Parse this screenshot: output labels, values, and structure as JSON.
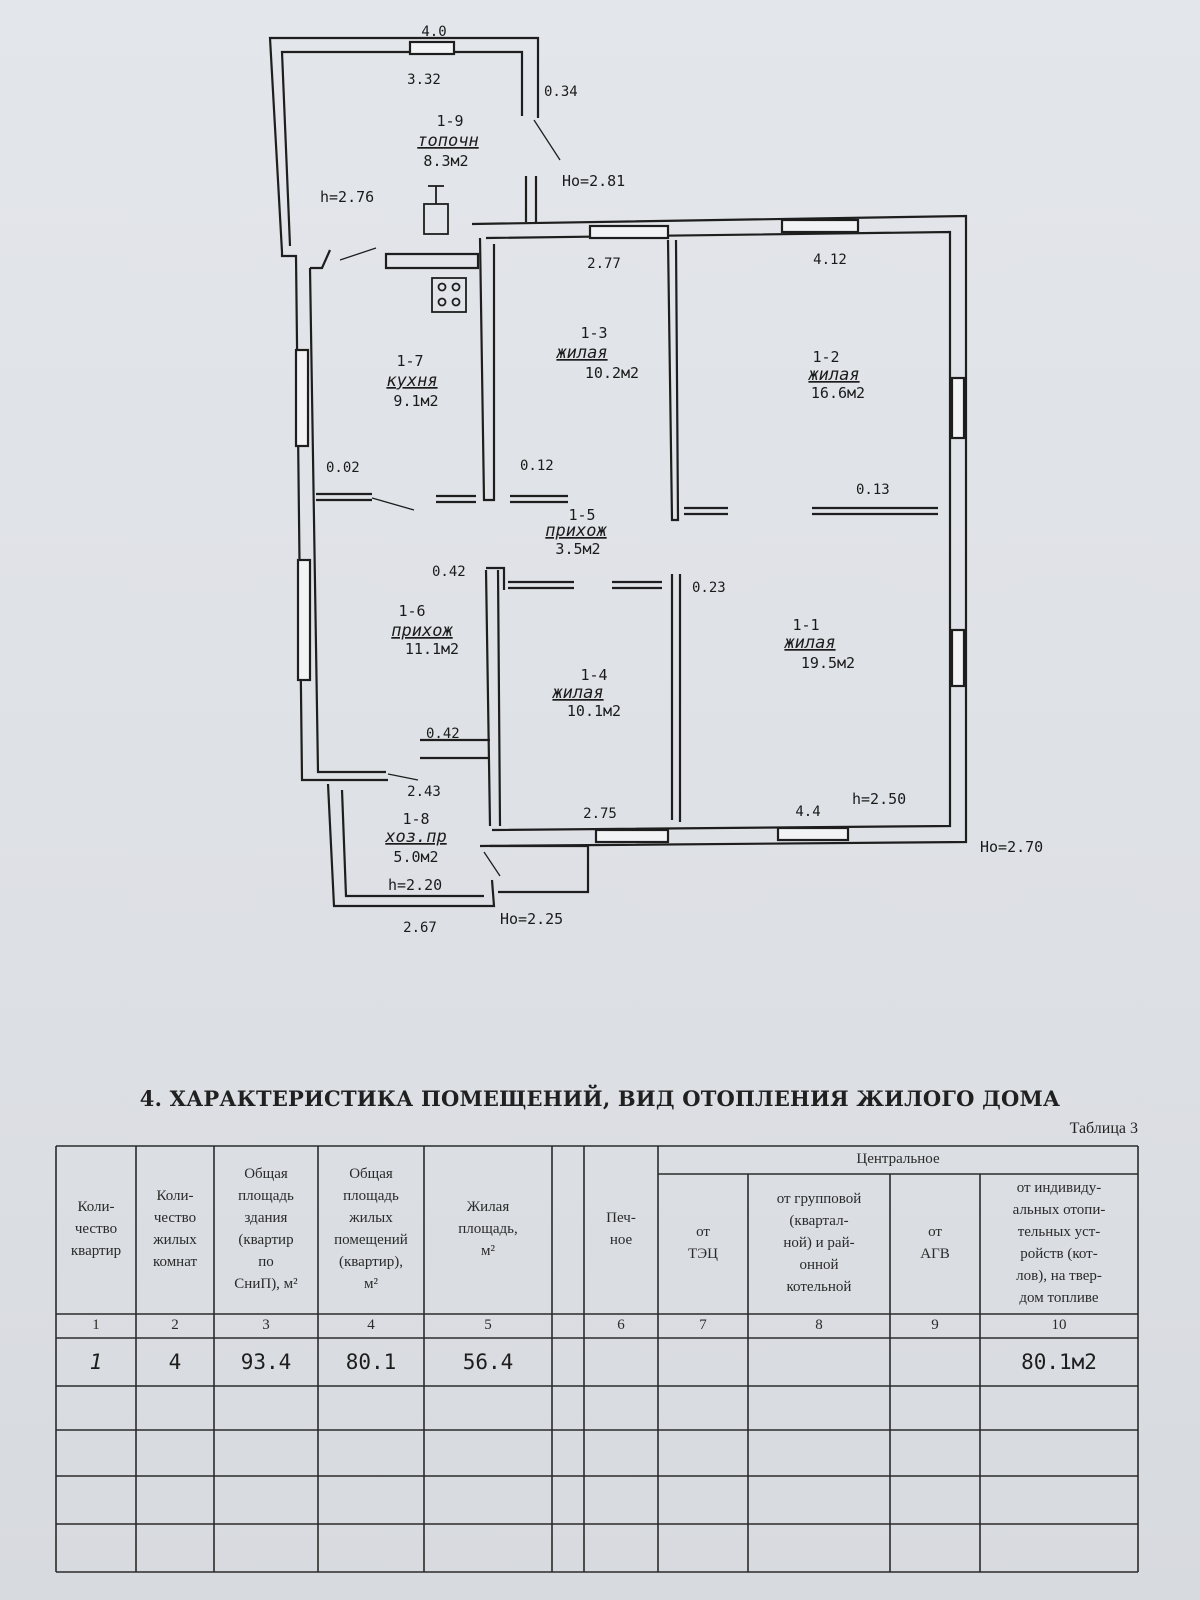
{
  "plan": {
    "rooms": [
      {
        "id": "1-9",
        "name": "топочн",
        "area": "8.3м2"
      },
      {
        "id": "1-7",
        "name": "кухня",
        "area": "9.1м2"
      },
      {
        "id": "1-3",
        "name": "жилая",
        "area": "10.2м2"
      },
      {
        "id": "1-2",
        "name": "жилая",
        "area": "16.6м2"
      },
      {
        "id": "1-5",
        "name": "прихож",
        "area": "3.5м2"
      },
      {
        "id": "1-6",
        "name": "прихож",
        "area": "11.1м2"
      },
      {
        "id": "1-4",
        "name": "жилая",
        "area": "10.1м2"
      },
      {
        "id": "1-1",
        "name": "жилая",
        "area": "19.5м2"
      },
      {
        "id": "1-8",
        "name": "хоз.пр",
        "area": "5.0м2"
      }
    ],
    "dimensions": [
      "4.0",
      "3.32",
      "0.34",
      "2.77",
      "4.12",
      "0.02",
      "0.12",
      "0.13",
      "0.42",
      "0.23",
      "0.42",
      "2.43",
      "2.75",
      "4.4",
      "2.67"
    ],
    "heights": [
      "Нo=2.81",
      "h=2.76",
      "h=2.50",
      "Нo=2.70",
      "h=2.20",
      "Нo=2.25"
    ]
  },
  "section": {
    "title": "4. ХАРАКТЕРИСТИКА ПОМЕЩЕНИЙ, ВИД ОТОПЛЕНИЯ ЖИЛОГО ДОМА",
    "table_label": "Таблица 3"
  },
  "table": {
    "group_header": "Центральное",
    "headers": [
      "Коли-\nчество\nквартир",
      "Коли-\nчество\nжилых\nкомнат",
      "Общая\nплощадь\nздания\n(квартир\nпо\nСниП), м²",
      "Общая\nплощадь\nжилых\nпомещений\n(квартир),\nм²",
      "Жилая\nплощадь,\nм²",
      "Печ-\nное",
      "от\nТЭЦ",
      "от групповой\n(квартал-\nной) и рай-\nонной\nкотельной",
      "от\nАГВ",
      "от индивиду-\nальных отопи-\nтельных уст-\nройств (кот-\nлов), на твер-\nдом топливе"
    ],
    "column_numbers": [
      "1",
      "2",
      "3",
      "4",
      "5",
      "6",
      "7",
      "8",
      "9",
      "10"
    ],
    "row": [
      "1",
      "4",
      "93.4",
      "80.1",
      "56.4",
      "",
      "",
      "",
      "",
      "80.1м2"
    ]
  }
}
